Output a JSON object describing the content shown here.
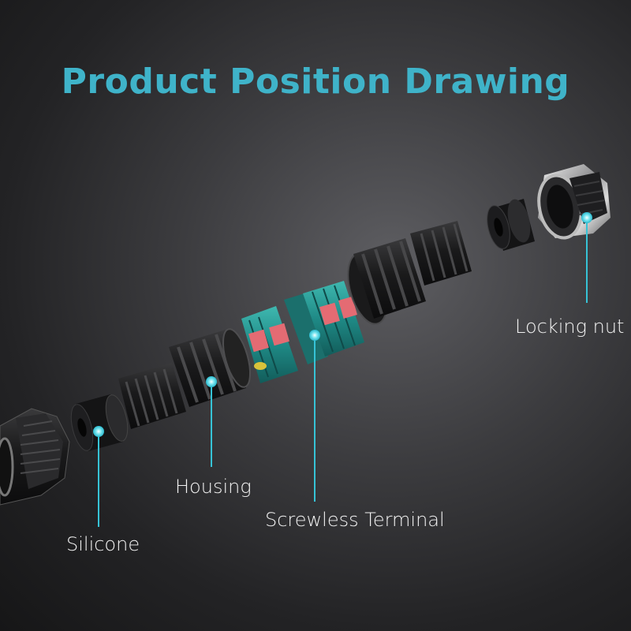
{
  "title": "Product Position Drawing",
  "accent_color": "#3fb3c9",
  "callout_color": "#36c3d6",
  "parts": [
    {
      "name": "Silicone",
      "icon": "silicone-ring-icon"
    },
    {
      "name": "Housing",
      "icon": "housing-icon"
    },
    {
      "name": "Screwless Terminal",
      "icon": "screwless-terminal-icon"
    },
    {
      "name": "Locking nut",
      "icon": "locking-nut-icon"
    }
  ]
}
